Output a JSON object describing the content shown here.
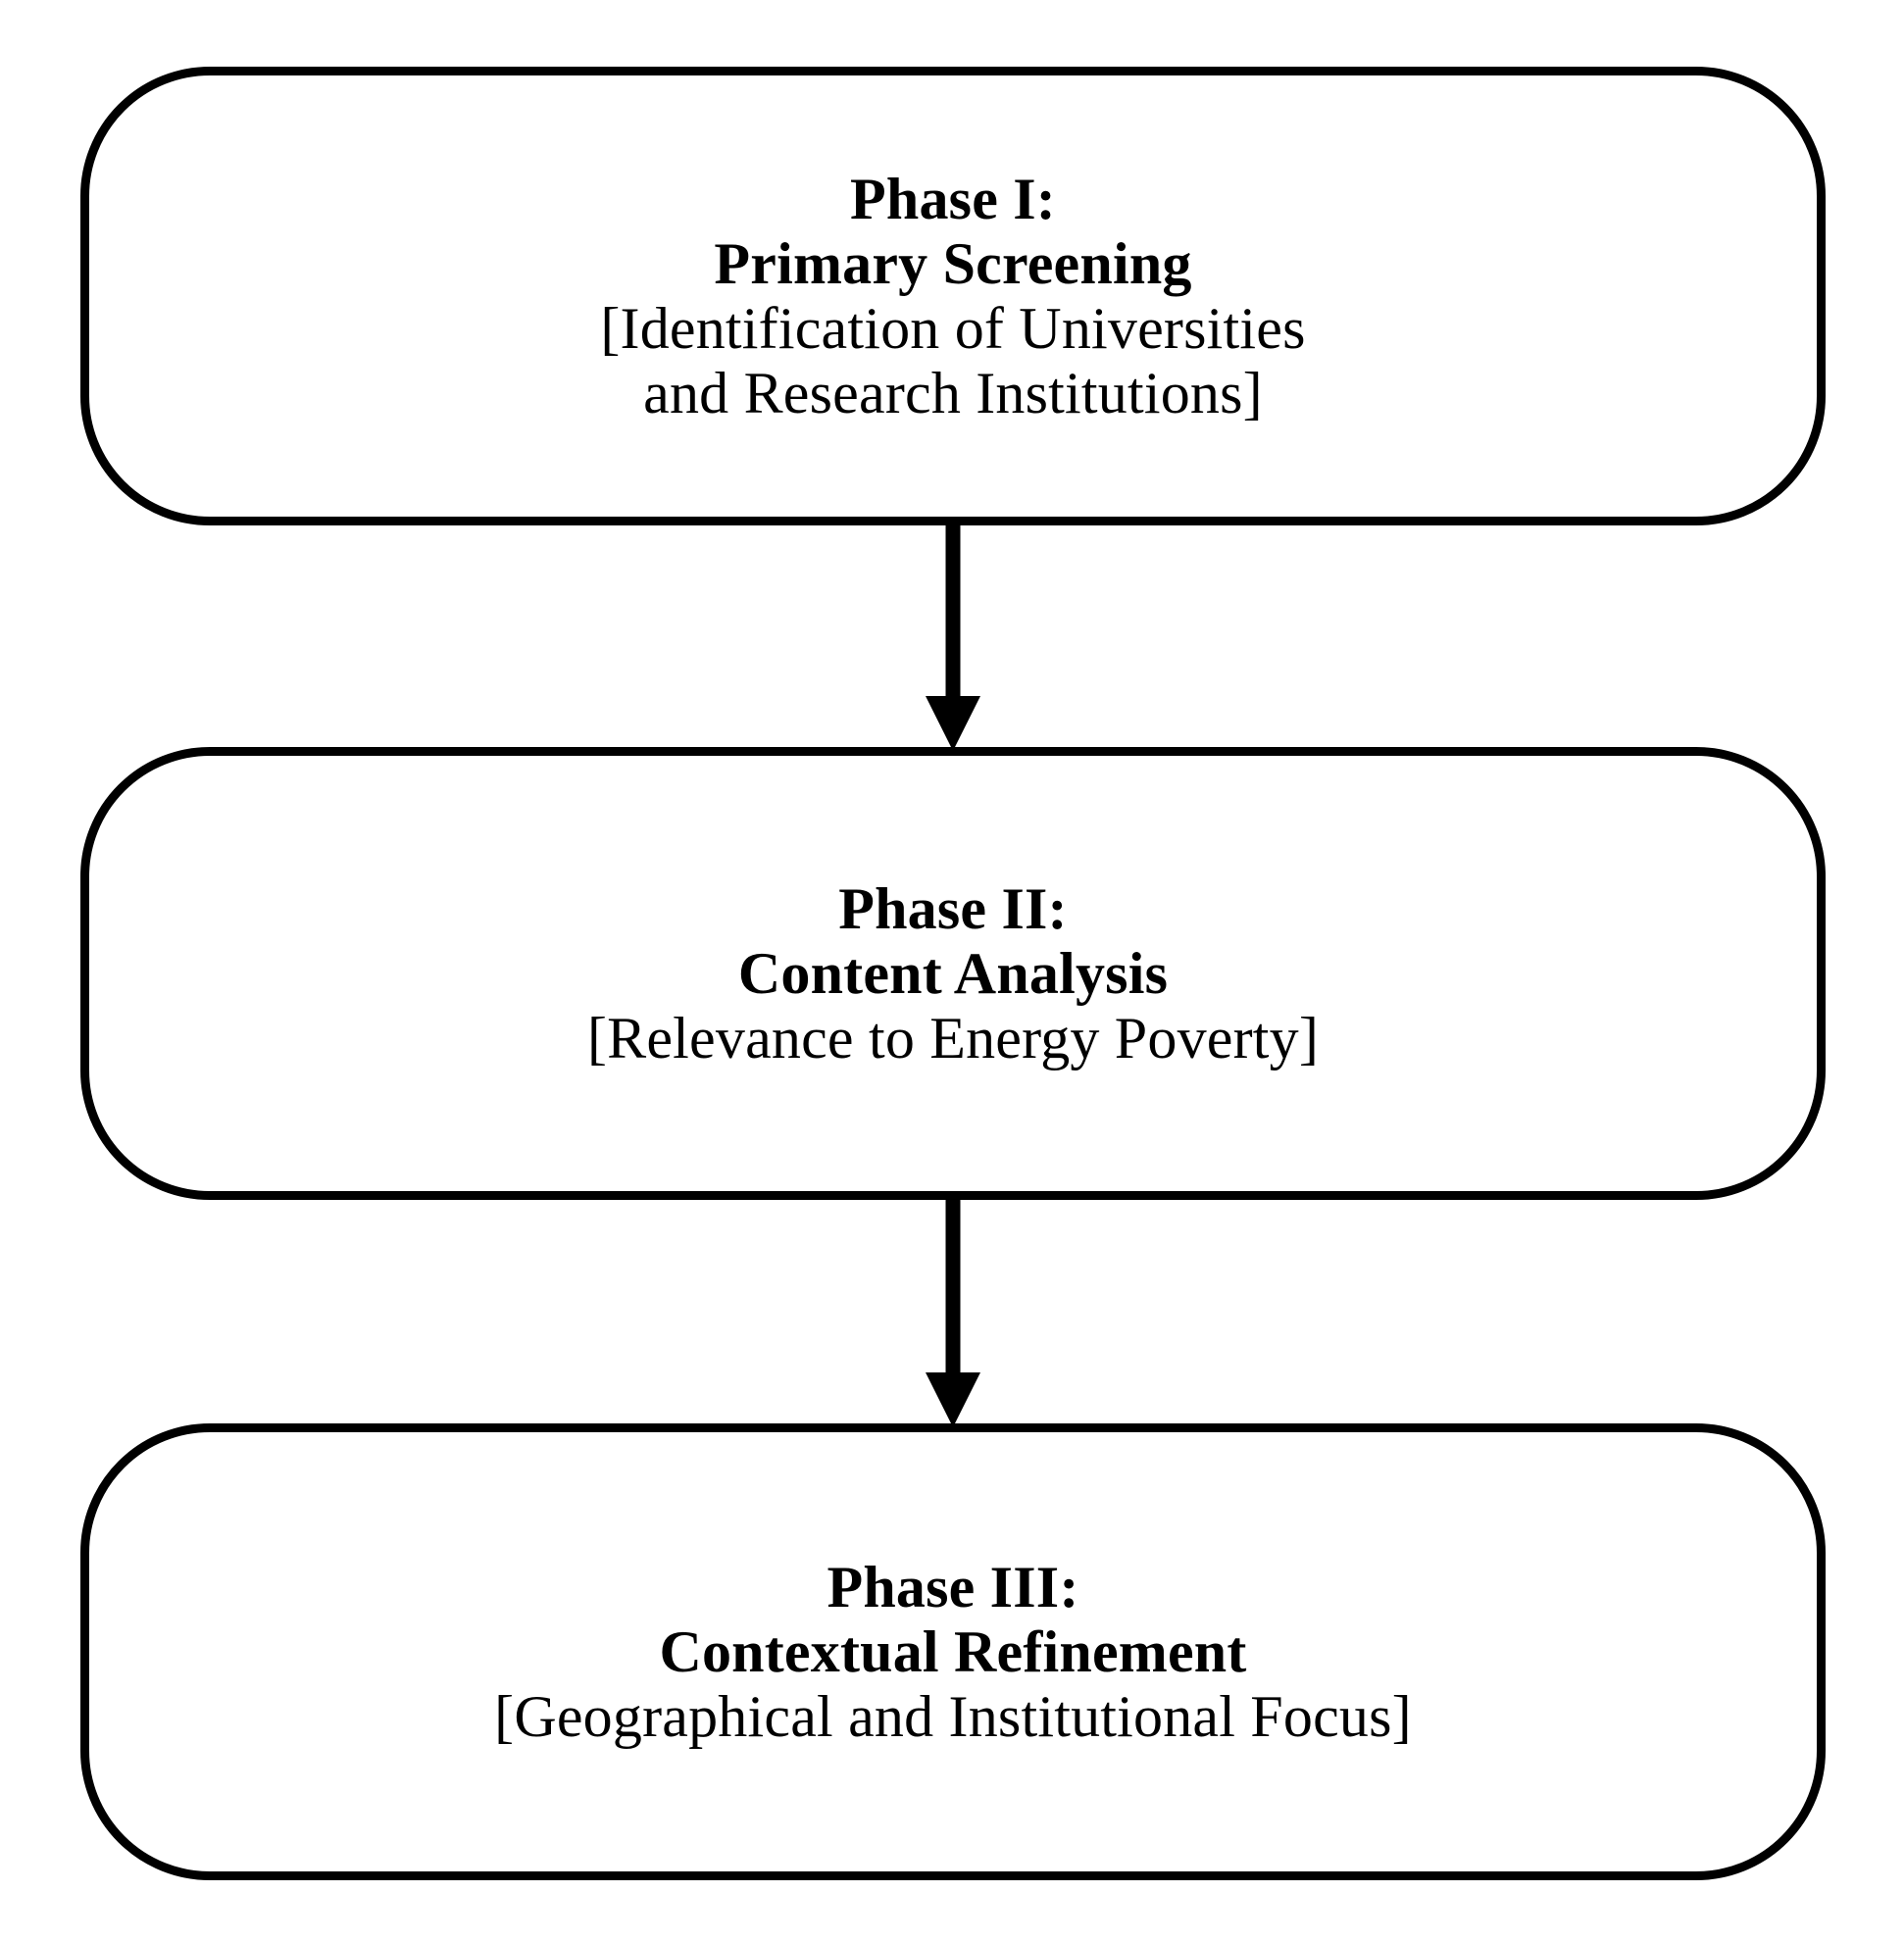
{
  "diagram": {
    "type": "flowchart",
    "orientation": "vertical",
    "background_color": "#ffffff",
    "stroke_color": "#000000",
    "title": "",
    "nodes": [
      {
        "id": "phase-1",
        "shape": "rounded-rectangle",
        "lines": [
          {
            "text": "Phase I:",
            "weight": "bold"
          },
          {
            "text": "Primary Screening",
            "weight": "bold"
          },
          {
            "text": "[Identification of Universities",
            "weight": "normal"
          },
          {
            "text": "and Research Institutions]",
            "weight": "normal"
          }
        ]
      },
      {
        "id": "phase-2",
        "shape": "rounded-rectangle",
        "lines": [
          {
            "text": "Phase II:",
            "weight": "bold"
          },
          {
            "text": "Content Analysis",
            "weight": "bold"
          },
          {
            "text": "[Relevance to Energy Poverty]",
            "weight": "normal"
          }
        ]
      },
      {
        "id": "phase-3",
        "shape": "rounded-rectangle",
        "lines": [
          {
            "text": "Phase III:",
            "weight": "bold"
          },
          {
            "text": "Contextual Refinement",
            "weight": "bold"
          },
          {
            "text": "[Geographical and Institutional Focus]",
            "weight": "normal"
          }
        ]
      }
    ],
    "connectors": [
      {
        "id": "connector-1",
        "from": "phase-1",
        "to": "phase-2",
        "style": "solid-arrow-down"
      },
      {
        "id": "connector-2",
        "from": "phase-2",
        "to": "phase-3",
        "style": "solid-arrow-down"
      }
    ]
  }
}
